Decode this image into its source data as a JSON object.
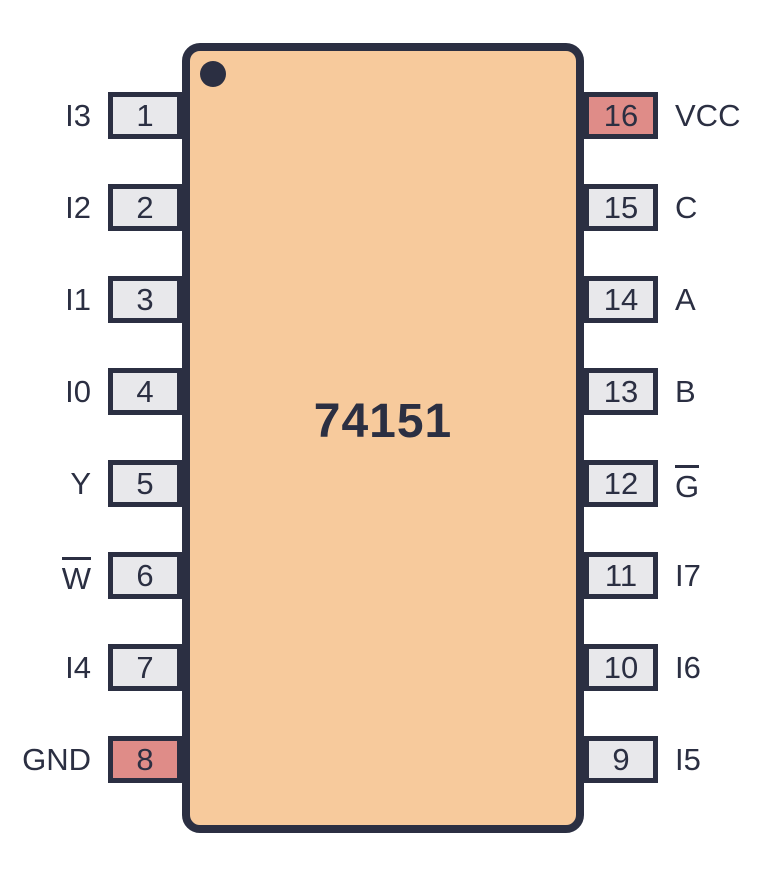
{
  "chip": {
    "label": "74151",
    "pin1_marker": "dot-icon"
  },
  "colors": {
    "background": "#ffffff",
    "chip_body": "#f7ca9c",
    "outline": "#2b2f42",
    "normal_pin_fill": "#e8e8eb",
    "power_pin_fill": "#df8c88",
    "text": "#2b2f42"
  },
  "pins": {
    "left": [
      {
        "number": "1",
        "name": "I3",
        "type": "normal",
        "overline": false
      },
      {
        "number": "2",
        "name": "I2",
        "type": "normal",
        "overline": false
      },
      {
        "number": "3",
        "name": "I1",
        "type": "normal",
        "overline": false
      },
      {
        "number": "4",
        "name": "I0",
        "type": "normal",
        "overline": false
      },
      {
        "number": "5",
        "name": "Y",
        "type": "normal",
        "overline": false
      },
      {
        "number": "6",
        "name": "W",
        "type": "normal",
        "overline": true
      },
      {
        "number": "7",
        "name": "I4",
        "type": "normal",
        "overline": false
      },
      {
        "number": "8",
        "name": "GND",
        "type": "power",
        "overline": false
      }
    ],
    "right": [
      {
        "number": "16",
        "name": "VCC",
        "type": "power",
        "overline": false
      },
      {
        "number": "15",
        "name": "C",
        "type": "normal",
        "overline": false
      },
      {
        "number": "14",
        "name": "A",
        "type": "normal",
        "overline": false
      },
      {
        "number": "13",
        "name": "B",
        "type": "normal",
        "overline": false
      },
      {
        "number": "12",
        "name": "G",
        "type": "normal",
        "overline": true
      },
      {
        "number": "11",
        "name": "I7",
        "type": "normal",
        "overline": false
      },
      {
        "number": "10",
        "name": "I6",
        "type": "normal",
        "overline": false
      },
      {
        "number": "9",
        "name": "I5",
        "type": "normal",
        "overline": false
      }
    ]
  }
}
